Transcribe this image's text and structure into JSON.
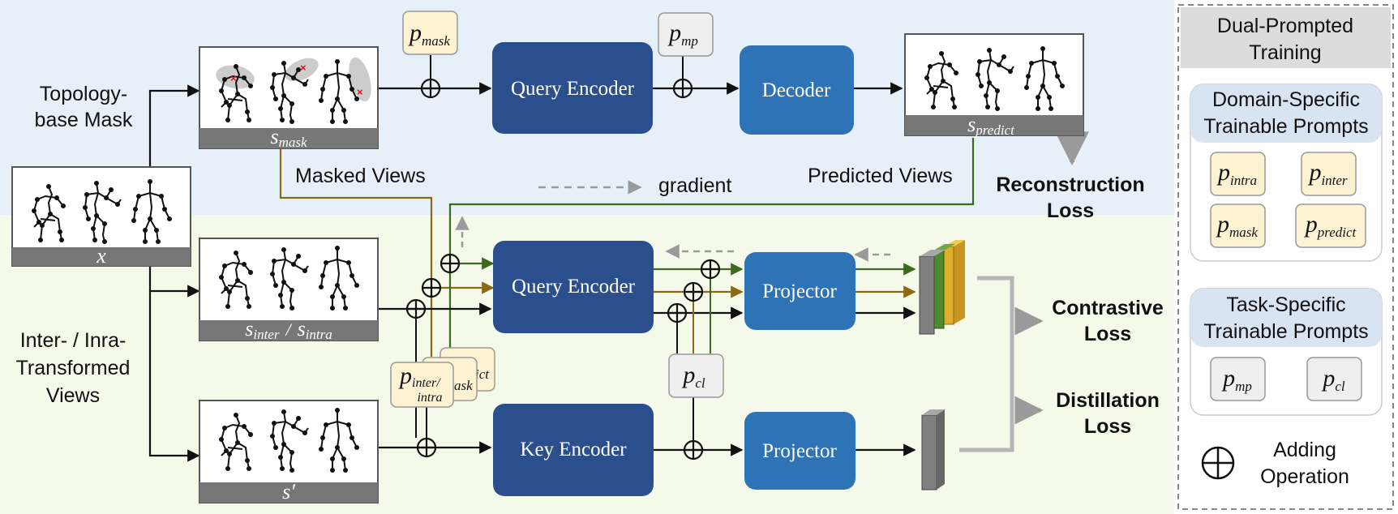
{
  "labels": {
    "topology_mask": [
      "Topology-",
      "base Mask"
    ],
    "inter_intra_views": [
      "Inter- / Inra-",
      "Transformed",
      "Views"
    ],
    "masked_views": "Masked Views",
    "predicted_views": "Predicted Views",
    "gradient": "gradient",
    "reconstruction_loss": [
      "Reconstruction",
      "Loss"
    ],
    "contrastive_loss": [
      "Contrastive",
      "Loss"
    ],
    "distillation_loss": [
      "Distillation",
      "Loss"
    ]
  },
  "images": {
    "x": "x",
    "s_mask": {
      "base": "s",
      "sub": "mask"
    },
    "s_predict": {
      "base": "s",
      "sub": "predict"
    },
    "s_inter_intra": {
      "base1": "s",
      "sub1": "inter",
      "sep": "/",
      "base2": "s",
      "sub2": "intra"
    },
    "s_prime": "s′"
  },
  "encoders": {
    "query_top": "Query Encoder",
    "decoder": "Decoder",
    "query_mid": "Query Encoder",
    "projector_mid": "Projector",
    "key": "Key Encoder",
    "projector_bot": "Projector"
  },
  "prompts": {
    "p_mask": {
      "base": "p",
      "sub": "mask"
    },
    "p_mp": {
      "base": "p",
      "sub": "mp"
    },
    "p_cl": {
      "base": "p",
      "sub": "cl"
    },
    "p_inter_intra": {
      "base": "p",
      "sub1": "inter/",
      "sub2": "intra"
    },
    "stack_back_text": "ict",
    "stack_mid_text": "ask"
  },
  "legend": {
    "title": [
      "Dual-Prompted",
      "Training"
    ],
    "domain_header": [
      "Domain-Specific",
      "Trainable Prompts"
    ],
    "task_header": [
      "Task-Specific",
      "Trainable Prompts"
    ],
    "domain_prompts": [
      {
        "base": "p",
        "sub": "intra"
      },
      {
        "base": "p",
        "sub": "inter"
      },
      {
        "base": "p",
        "sub": "mask"
      },
      {
        "base": "p",
        "sub": "predict"
      }
    ],
    "task_prompts": [
      {
        "base": "p",
        "sub": "mp"
      },
      {
        "base": "p",
        "sub": "cl"
      }
    ],
    "adding_operation": [
      "Adding",
      "Operation"
    ]
  },
  "colors": {
    "top_band": "#e7f0f9",
    "bottom_band": "#f5f9e9",
    "encoder_dark": "#2b4e8d",
    "encoder_light": "#2f73b7",
    "prompt_yellow": "#fdf3d2",
    "prompt_gray": "#efefef",
    "line_brown": "#8b6914",
    "line_green": "#3d6b1e",
    "line_black": "#111111",
    "arrow_gray": "#9a9a9a",
    "legend_header": "#d9e4f3"
  }
}
